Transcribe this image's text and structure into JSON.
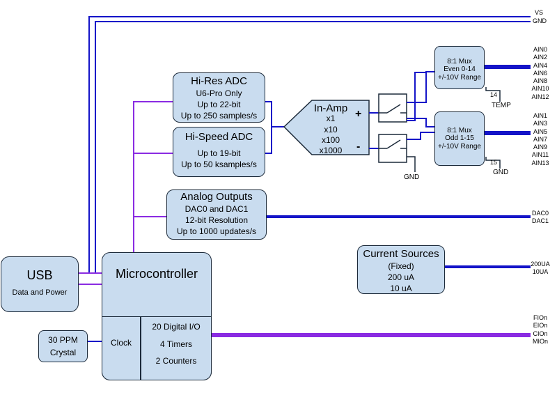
{
  "usb": {
    "title": "USB",
    "subtitle": "Data and Power"
  },
  "microcontroller": {
    "title": "Microcontroller"
  },
  "clock": {
    "label": "Clock"
  },
  "digital": {
    "io": "20 Digital I/O",
    "timers": "4 Timers",
    "counters": "2 Counters"
  },
  "crystal": {
    "line1": "30 PPM",
    "line2": "Crystal"
  },
  "hires_adc": {
    "title": "Hi-Res ADC",
    "lines": [
      "U6-Pro Only",
      "Up to 22-bit",
      "Up to 250 samples/s"
    ]
  },
  "hispeed_adc": {
    "title": "Hi-Speed ADC",
    "lines": [
      "Up to 19-bit",
      "Up to 50 ksamples/s"
    ]
  },
  "analog_outputs": {
    "title": "Analog Outputs",
    "lines": [
      "DAC0 and DAC1",
      "12-bit Resolution",
      "Up to 1000 updates/s"
    ]
  },
  "inamp": {
    "title": "In-Amp",
    "gains": [
      "x1",
      "x10",
      "x100",
      "x1000"
    ],
    "plus": "+",
    "minus": "-"
  },
  "mux_even": {
    "lines": [
      "8:1 Mux",
      "Even 0-14",
      "+/-10V Range"
    ],
    "pin": "14",
    "label": "TEMP"
  },
  "mux_odd": {
    "lines": [
      "8:1 Mux",
      "Odd 1-15",
      "+/-10V Range"
    ],
    "pin": "15",
    "label": "GND"
  },
  "switch_gnd": "GND",
  "current_sources": {
    "title": "Current Sources",
    "lines": [
      "(Fixed)",
      "200 uA",
      "10 uA"
    ]
  },
  "external": {
    "vs": "VS",
    "gnd": "GND",
    "ain_even": [
      "AIN0",
      "AIN2",
      "AIN4",
      "AIN6",
      "AIN8",
      "AIN10",
      "AIN12"
    ],
    "ain_odd": [
      "AIN1",
      "AIN3",
      "AIN5",
      "AIN7",
      "AIN9",
      "AIN11",
      "AIN13"
    ],
    "dac": [
      "DAC0",
      "DAC1"
    ],
    "current": [
      "200UA",
      "10UA"
    ],
    "dio": [
      "FIOn",
      "EIOn",
      "CIOn",
      "MIOn"
    ]
  },
  "colors": {
    "box_fill": "#c9dcef",
    "blue_wire": "#1414c8",
    "purple_wire": "#8a2be2"
  }
}
